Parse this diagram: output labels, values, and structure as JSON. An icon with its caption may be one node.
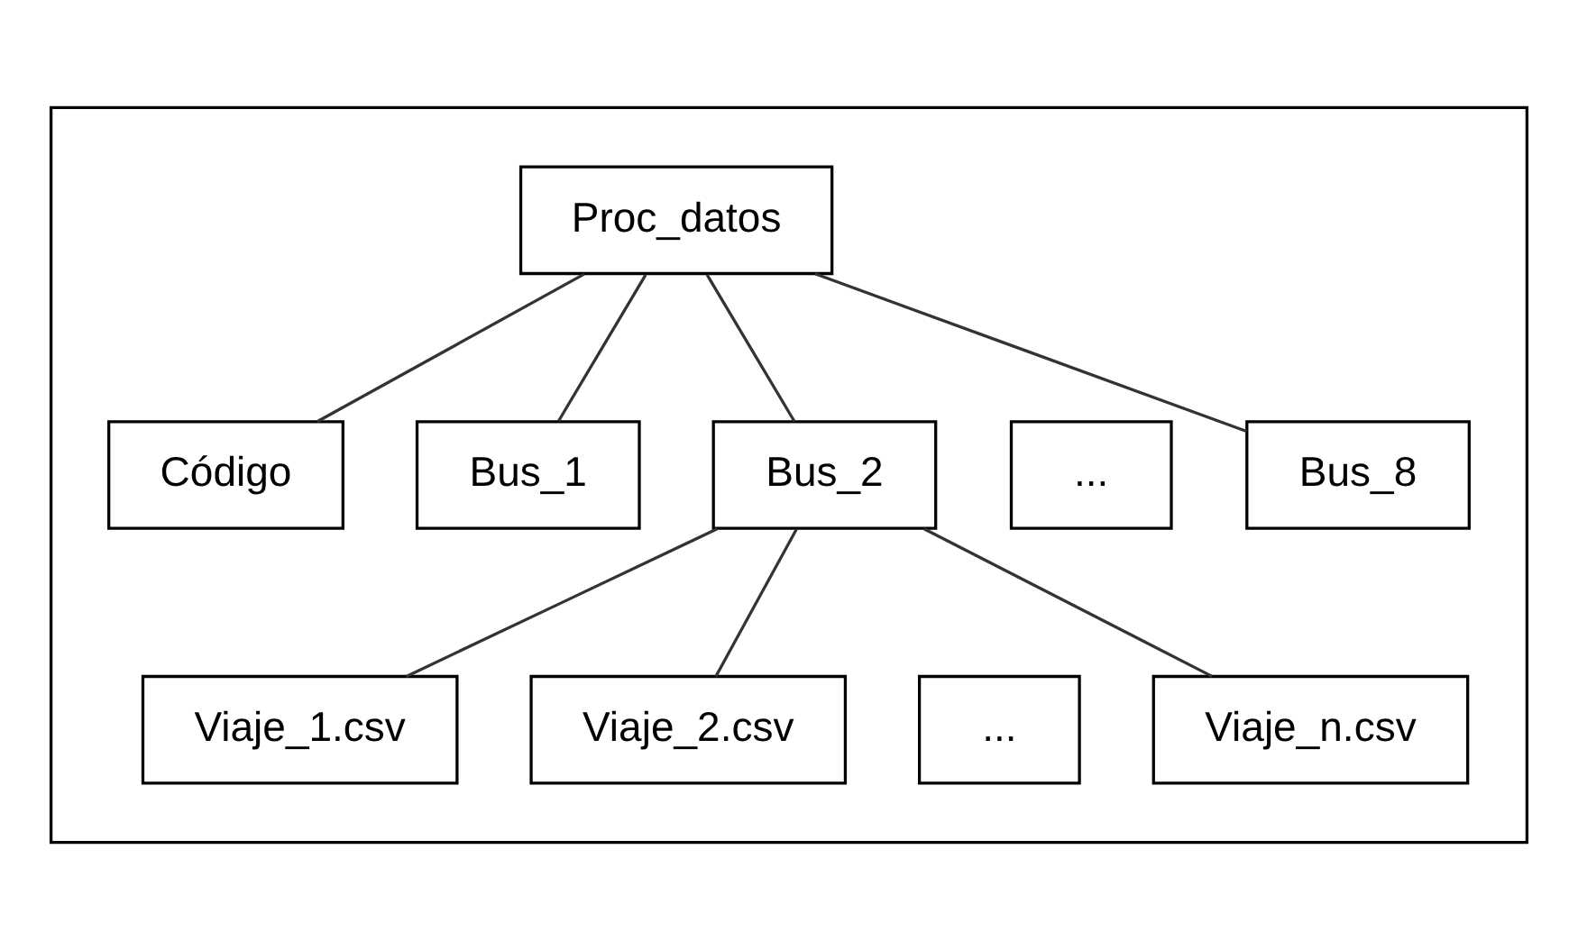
{
  "diagram": {
    "nodes": [
      {
        "text": [],
        "shape": "box"
      },
      {
        "text": [
          "Proc_datos"
        ],
        "in": 0
      },
      {
        "text": [
          "Código"
        ],
        "in": 0
      },
      {
        "text": [
          "Bus_1"
        ],
        "in": 0
      },
      {
        "text": [
          "Bus_2"
        ],
        "in": 0
      },
      {
        "text": [
          "..."
        ],
        "in": 0
      },
      {
        "text": [
          "Bus_8"
        ],
        "in": 0
      },
      {
        "text": [
          "Viaje_1.csv"
        ],
        "in": 0
      },
      {
        "text": [
          "Viaje_2.csv"
        ],
        "in": 0
      },
      {
        "text": [
          "..."
        ],
        "in": 0
      },
      {
        "text": [
          "Viaje_n.csv"
        ],
        "in": 0
      }
    ],
    "edges": [
      {
        "from": 1,
        "to": 2,
        "arrow": "none"
      },
      {
        "from": 1,
        "to": 3,
        "arrow": "none"
      },
      {
        "from": 1,
        "to": 4,
        "arrow": "none"
      },
      {
        "from": 1,
        "to": 6,
        "arrow": "none"
      },
      {
        "from": 4,
        "to": 7,
        "arrow": "none"
      },
      {
        "from": 4,
        "to": 8,
        "arrow": "none"
      },
      {
        "from": 4,
        "to": 10,
        "arrow": "none"
      }
    ]
  }
}
